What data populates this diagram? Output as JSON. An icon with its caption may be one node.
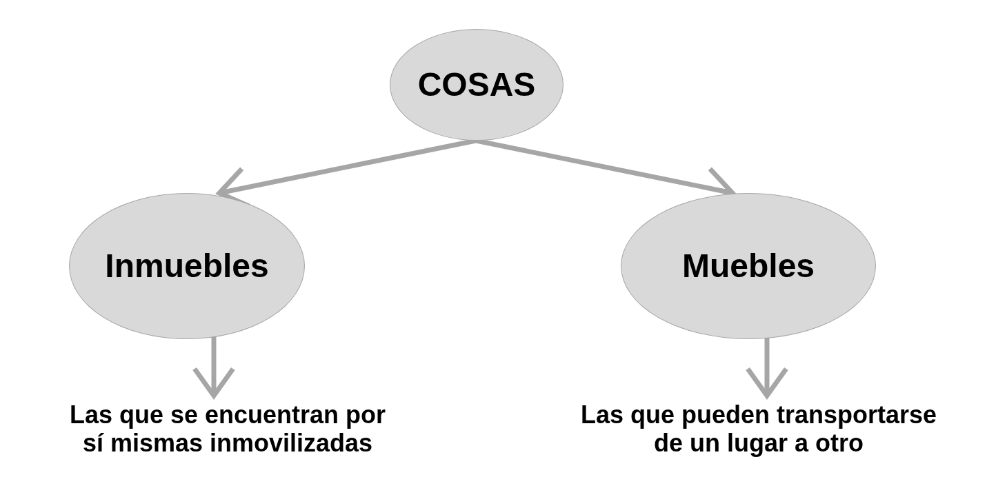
{
  "diagram": {
    "nodes": [
      {
        "text": [
          "COSAS"
        ]
      },
      {
        "text": [
          "Inmuebles"
        ]
      },
      {
        "text": [
          "Muebles"
        ]
      },
      {
        "text": [
          "Las que se encuentran por sí mismas inmovilizadas"
        ]
      },
      {
        "text": [
          "Las que pueden transportarse de un lugar a otro"
        ]
      }
    ],
    "edges": [
      {
        "from": 0,
        "to": 1,
        "arrow": "to"
      },
      {
        "from": 0,
        "to": 2,
        "arrow": "to"
      },
      {
        "from": 1,
        "to": 3,
        "arrow": "to"
      },
      {
        "from": 2,
        "to": 4,
        "arrow": "to"
      }
    ]
  }
}
